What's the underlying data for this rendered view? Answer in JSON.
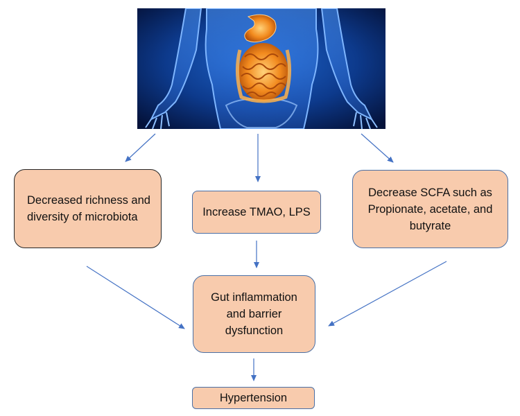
{
  "boxes": {
    "richness": "Decreased richness and diversity of microbiota",
    "tmao": "Increase TMAO, LPS",
    "scfa": "Decrease SCFA such as Propionate, acetate, and butyrate",
    "gut": "Gut inflammation and barrier dysfunction",
    "hypertension": "Hypertension"
  },
  "colors": {
    "box_fill": "#f8cbad",
    "arrow": "#4472c4",
    "illustration_background": "#0a2a6b",
    "organs": "#f28a1e"
  },
  "illustration": {
    "icon": "human-digestive-system-icon"
  }
}
